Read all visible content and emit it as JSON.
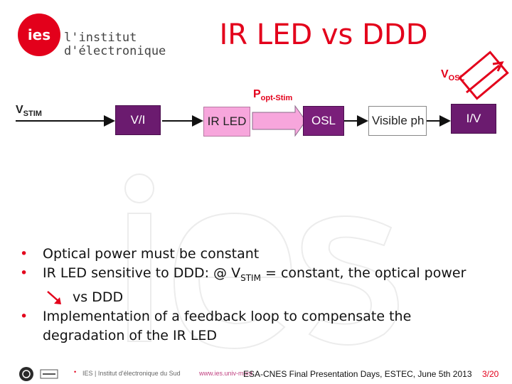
{
  "header": {
    "title": "IR LED vs DDD",
    "logo_mark": "ies",
    "logo_line1": "l'institut",
    "logo_line2": "d'électronique"
  },
  "diagram": {
    "v_stim_main": "V",
    "v_stim_sub": "STIM",
    "v_osl_main": "V",
    "v_osl_sub": "OSL",
    "p_opt_main": "P",
    "p_opt_sub": "opt-Stim",
    "blocks": {
      "vi": "V/I",
      "ir_led": "IR LED",
      "osl": "OSL",
      "visible_ph": "Visible ph",
      "iv": "I/V"
    }
  },
  "bullets": {
    "b1": "Optical power must be constant",
    "b2_pre": "IR LED sensitive to DDD: @ V",
    "b2_sub": "STIM",
    "b2_post": " = constant, the optical power",
    "b2_cont": "vs DDD",
    "b3_line1": "Implementation of a feedback loop to compensate the",
    "b3_line2": "degradation of the IR LED"
  },
  "footer": {
    "org_text": "IES | Institut d'électronique du Sud",
    "url_text": "www.ies.univ-mont",
    "event": "ESA-CNES Final Presentation Days, ESTEC, June 5th 2013",
    "page": "3/20"
  },
  "colors": {
    "accent_red": "#e3001b",
    "block_purple": "#6b1b6f",
    "block_pink": "#f7a6dc"
  }
}
